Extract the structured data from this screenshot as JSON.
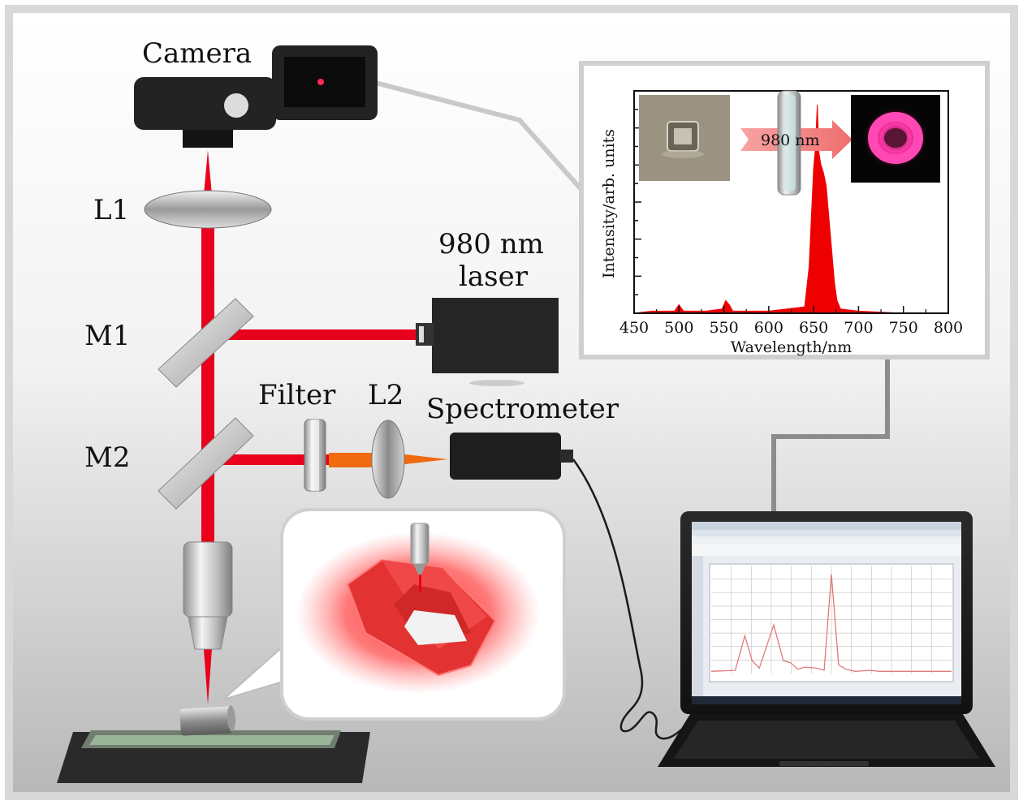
{
  "labels": {
    "camera": "Camera",
    "l1": "L1",
    "m1": "M1",
    "m2": "M2",
    "laser_line1": "980 nm",
    "laser_line2": "laser",
    "filter": "Filter",
    "l2": "L2",
    "spectrometer": "Spectrometer",
    "inset_wavelength": "980 nm"
  },
  "colors": {
    "beam_red": "#e8001c",
    "beam_orange": "#f06a10",
    "spectrum_red": "#ee0000",
    "emission_pink": "#ff3aa8",
    "laptop_trace": "#e07a7a"
  },
  "chart_data": [
    {
      "type": "area",
      "title": "",
      "xlabel": "Wavelength/nm",
      "ylabel": "Intensity/arb. units",
      "xlim": [
        450,
        800
      ],
      "ylim": [
        0,
        1
      ],
      "x_ticks": [
        450,
        500,
        550,
        600,
        650,
        700,
        750,
        800
      ],
      "y_ticks_labeled": false,
      "grid": false,
      "series": [
        {
          "x": [
            450,
            470,
            495,
            500,
            505,
            530,
            548,
            552,
            556,
            560,
            600,
            640,
            645,
            648,
            650,
            652,
            654,
            656,
            658,
            661,
            664,
            667,
            670,
            673,
            676,
            680,
            700,
            750,
            800
          ],
          "y": [
            0.0,
            0.01,
            0.01,
            0.04,
            0.01,
            0.01,
            0.02,
            0.06,
            0.04,
            0.01,
            0.01,
            0.03,
            0.22,
            0.5,
            0.68,
            0.78,
            0.98,
            0.75,
            0.7,
            0.66,
            0.6,
            0.45,
            0.3,
            0.15,
            0.06,
            0.02,
            0.01,
            0.0,
            0.0
          ]
        }
      ]
    },
    {
      "type": "line",
      "title": "",
      "xlabel": "",
      "ylabel": "",
      "grid": true,
      "series": [
        {
          "x": [
            0,
            10,
            14,
            17,
            20,
            26,
            30,
            33,
            36,
            39,
            44,
            47,
            50,
            53,
            56,
            60,
            66,
            70,
            75,
            80,
            90,
            95,
            100
          ],
          "y": [
            0.02,
            0.03,
            0.35,
            0.12,
            0.05,
            0.45,
            0.12,
            0.1,
            0.04,
            0.06,
            0.05,
            0.03,
            0.92,
            0.08,
            0.04,
            0.02,
            0.03,
            0.02,
            0.02,
            0.02,
            0.02,
            0.02,
            0.02
          ]
        }
      ]
    }
  ]
}
